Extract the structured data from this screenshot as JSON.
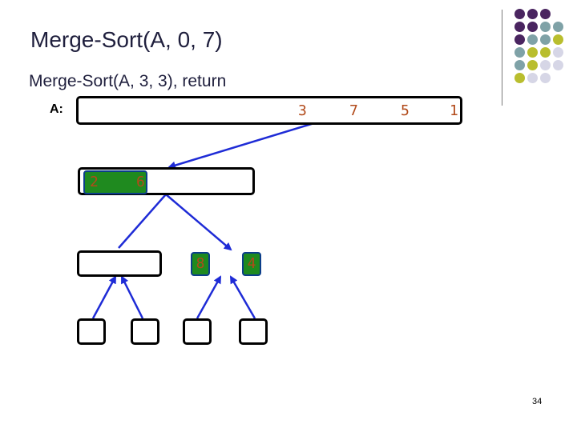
{
  "slide": {
    "title": "Merge-Sort(A, 0, 7)",
    "subtitle": "Merge-Sort(A, 3, 3), return",
    "array_label": "A:",
    "page_number": "34"
  },
  "array_values": [
    "3",
    "7",
    "5",
    "1"
  ],
  "level1_values": [
    "2",
    "6"
  ],
  "level2_values": [
    "8",
    "4"
  ],
  "colors": {
    "title_text": "#1f1f3d",
    "value_text": "#b24a1a",
    "highlight_fill": "#1f8a1f",
    "highlight_border": "#0c3e8a",
    "arrow": "#1e2bd6",
    "dot_purple": "#4a2560",
    "dot_teal": "#7fa2a7",
    "dot_olive": "#b9be2e",
    "dot_lavender": "#d6d6e6"
  }
}
